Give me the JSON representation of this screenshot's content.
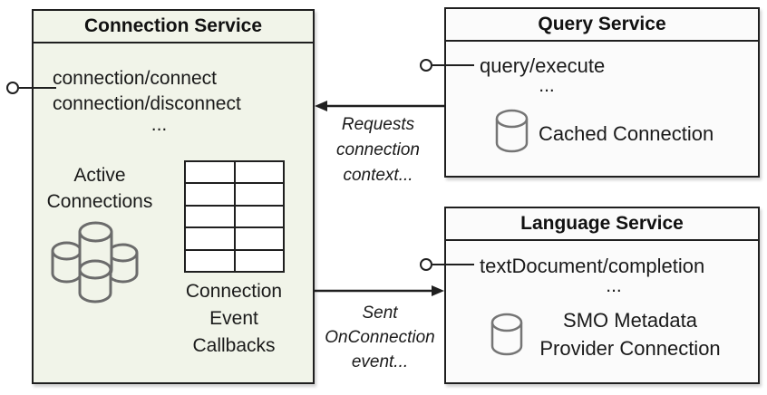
{
  "colors": {
    "connection_box_fill": "#f1f4e9",
    "service_box_fill": "#fbfbfb",
    "border": "#1f1f1f",
    "database_icon_stroke": "#6b6b6b"
  },
  "connection_service": {
    "title": "Connection Service",
    "endpoint_1": "connection/connect",
    "endpoint_2": "connection/disconnect",
    "ellipsis": "...",
    "active_connections_label": "Active\nConnections",
    "callbacks_label": "Connection\nEvent\nCallbacks"
  },
  "query_service": {
    "title": "Query Service",
    "endpoint_1": "query/execute",
    "ellipsis": "...",
    "connection_label": "Cached Connection"
  },
  "language_service": {
    "title": "Language Service",
    "endpoint_1": "textDocument/completion",
    "ellipsis": "...",
    "connection_label": "SMO Metadata\nProvider Connection"
  },
  "edges": {
    "requests_label": "Requests\nconnection\ncontext...",
    "sent_label": "Sent\nOnConnection\nevent..."
  }
}
